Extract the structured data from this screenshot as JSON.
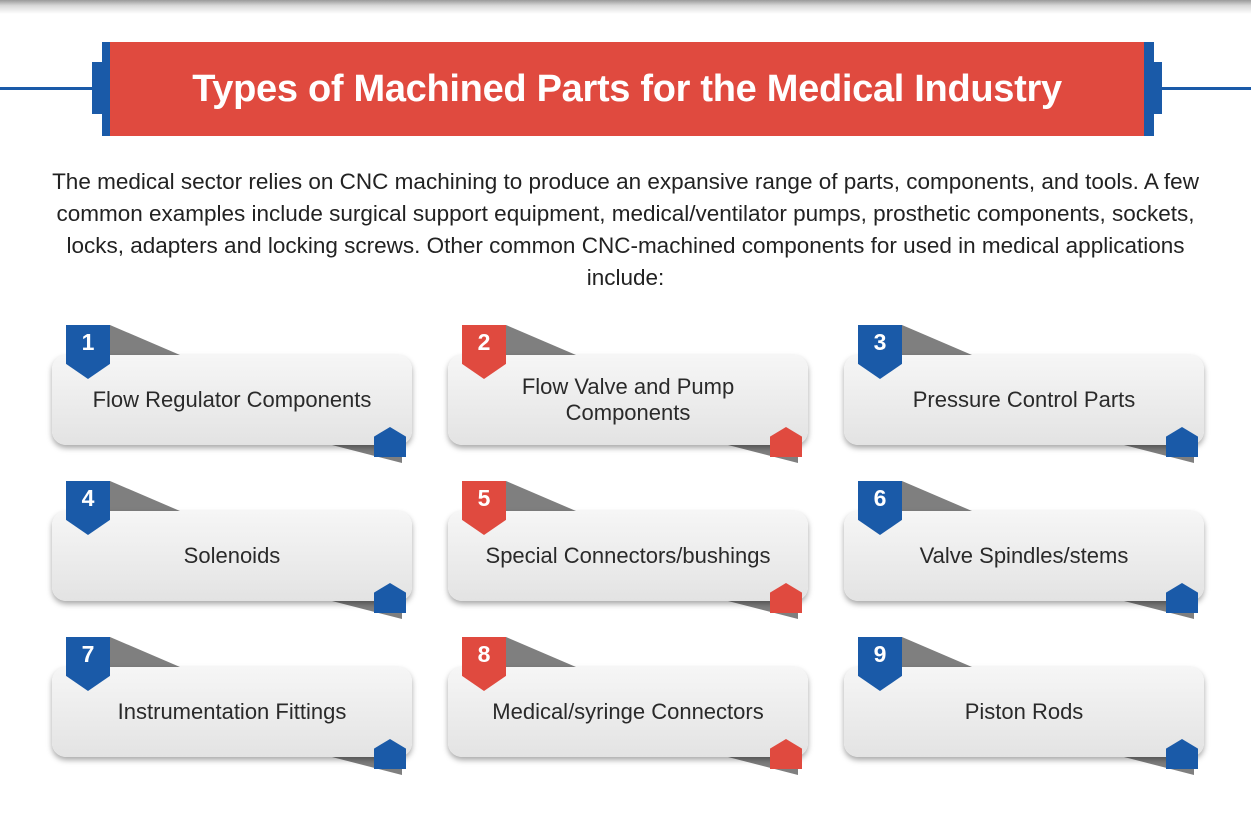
{
  "header": {
    "title": "Types of Machined Parts for the Medical Industry"
  },
  "intro": {
    "text": "The medical sector relies on CNC machining to produce an expansive range of parts, components, and tools. A few common examples include surgical support equipment, medical/ventilator pumps, prosthetic components, sockets, locks, adapters and locking screws. Other common CNC-machined components for used in medical applications include:"
  },
  "colors": {
    "blue": "#1a5aa8",
    "red": "#e04a3f"
  },
  "cards": [
    {
      "number": "1",
      "label": "Flow Regulator Components",
      "color": "blue"
    },
    {
      "number": "2",
      "label": "Flow Valve and Pump Components",
      "color": "red"
    },
    {
      "number": "3",
      "label": "Pressure Control Parts",
      "color": "blue"
    },
    {
      "number": "4",
      "label": "Solenoids",
      "color": "blue"
    },
    {
      "number": "5",
      "label": "Special Connectors/bushings",
      "color": "red"
    },
    {
      "number": "6",
      "label": "Valve Spindles/stems",
      "color": "blue"
    },
    {
      "number": "7",
      "label": "Instrumentation Fittings",
      "color": "blue"
    },
    {
      "number": "8",
      "label": "Medical/syringe Connectors",
      "color": "red"
    },
    {
      "number": "9",
      "label": "Piston Rods",
      "color": "blue"
    }
  ]
}
